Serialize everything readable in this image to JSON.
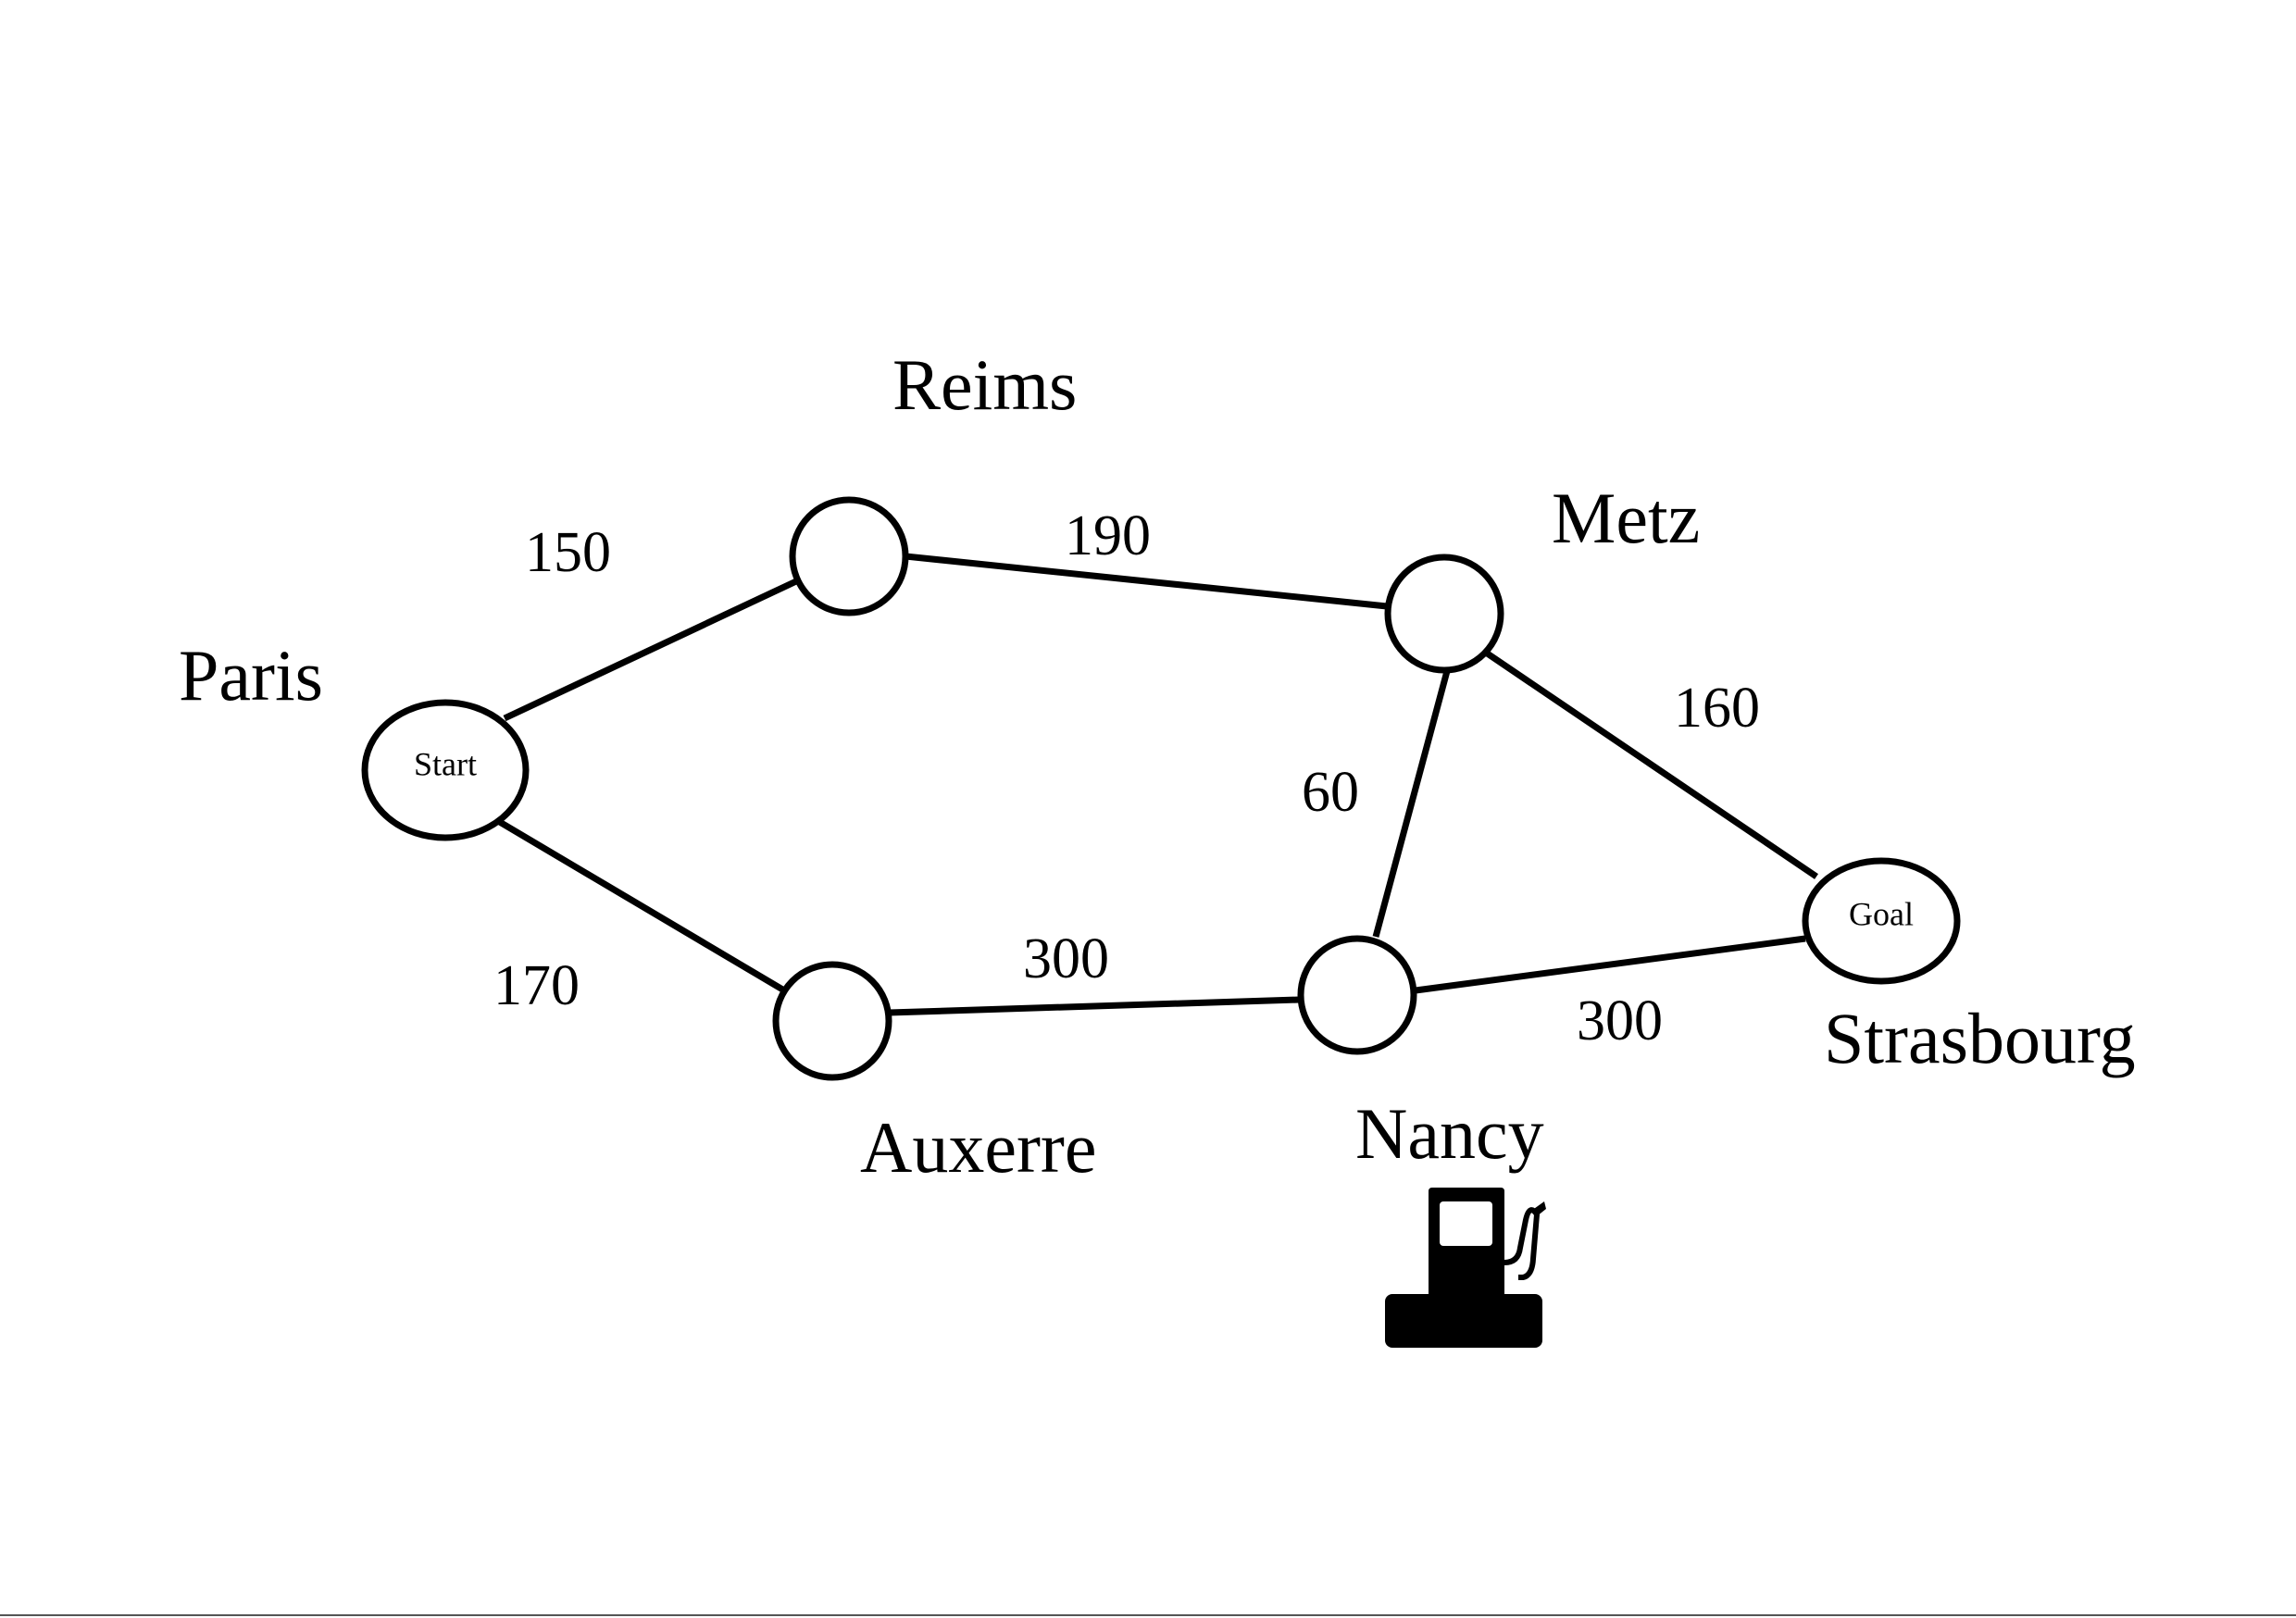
{
  "cities": {
    "paris": "Paris",
    "reims": "Reims",
    "metz": "Metz",
    "auxerre": "Auxerre",
    "nancy": "Nancy",
    "strasbourg": "Strasbourg"
  },
  "node_text": {
    "start": "Start",
    "goal": "Goal"
  },
  "edges": [
    {
      "from": "Paris",
      "to": "Reims",
      "weight": "150"
    },
    {
      "from": "Reims",
      "to": "Metz",
      "weight": "190"
    },
    {
      "from": "Metz",
      "to": "Strasbourg",
      "weight": "160"
    },
    {
      "from": "Metz",
      "to": "Nancy",
      "weight": "60"
    },
    {
      "from": "Paris",
      "to": "Auxerre",
      "weight": "170"
    },
    {
      "from": "Auxerre",
      "to": "Nancy",
      "weight": "300"
    },
    {
      "from": "Nancy",
      "to": "Strasbourg",
      "weight": "300"
    }
  ],
  "icons": {
    "fuel_station": "fuel-pump-icon"
  }
}
